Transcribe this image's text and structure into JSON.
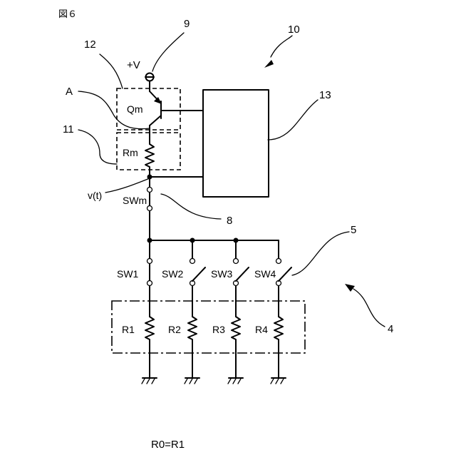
{
  "figure_label": "図６",
  "supply_label": "+V",
  "refs": {
    "r9": "9",
    "r10": "10",
    "r12": "12",
    "r13": "13",
    "rA": "A",
    "r11": "11",
    "r8": "8",
    "r5": "5",
    "r4": "4"
  },
  "components": {
    "transistor": "Qm",
    "resistor_m": "Rm",
    "node_voltage": "v(t)",
    "switch_m": "SWm"
  },
  "switches": [
    "SW1",
    "SW2",
    "SW3",
    "SW4"
  ],
  "resistors": [
    "R1",
    "R2",
    "R3",
    "R4"
  ],
  "footer_equation": "R0=R1"
}
